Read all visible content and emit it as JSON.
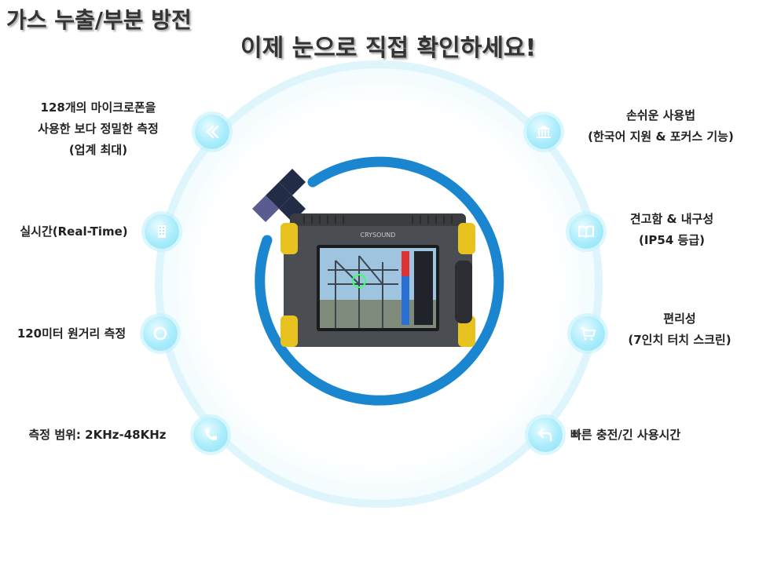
{
  "headline": {
    "line1": "가스 누출/부분 방전",
    "line2": "이제 눈으로 직접 확인하세요!"
  },
  "brand_text": "CRYSOUND",
  "colors": {
    "ring": "#e4f7fd",
    "arc": "#1a86d0",
    "icon_bg": "#a9ecfb",
    "logo_dark": "#232c47",
    "logo_purple": "#5a5c8f",
    "bumper": "#e8c21e"
  },
  "features_left": [
    {
      "lines": [
        "128개의 마이크로폰을",
        "사용한 보다 정밀한 측정",
        "(업계 최대)"
      ],
      "icon": "double-chevron-left-icon"
    },
    {
      "lines": [
        "실시간(Real-Time)"
      ],
      "icon": "building-icon"
    },
    {
      "lines": [
        "120미터 원거리 측정"
      ],
      "icon": "circle-icon"
    },
    {
      "lines": [
        "측정 범위: 2KHz-48KHz"
      ],
      "icon": "phone-icon"
    }
  ],
  "features_right": [
    {
      "lines": [
        "손쉬운 사용법",
        "(한국어 지원 & 포커스 기능)"
      ],
      "icon": "bank-icon"
    },
    {
      "lines": [
        "견고함 & 내구성",
        "(IP54 등급)"
      ],
      "icon": "book-icon"
    },
    {
      "lines": [
        "편리성",
        "(7인치 터치 스크린)"
      ],
      "icon": "cart-icon"
    },
    {
      "lines": [
        "빠른 충전/긴 사용시간"
      ],
      "icon": "return-arrow-icon"
    }
  ]
}
